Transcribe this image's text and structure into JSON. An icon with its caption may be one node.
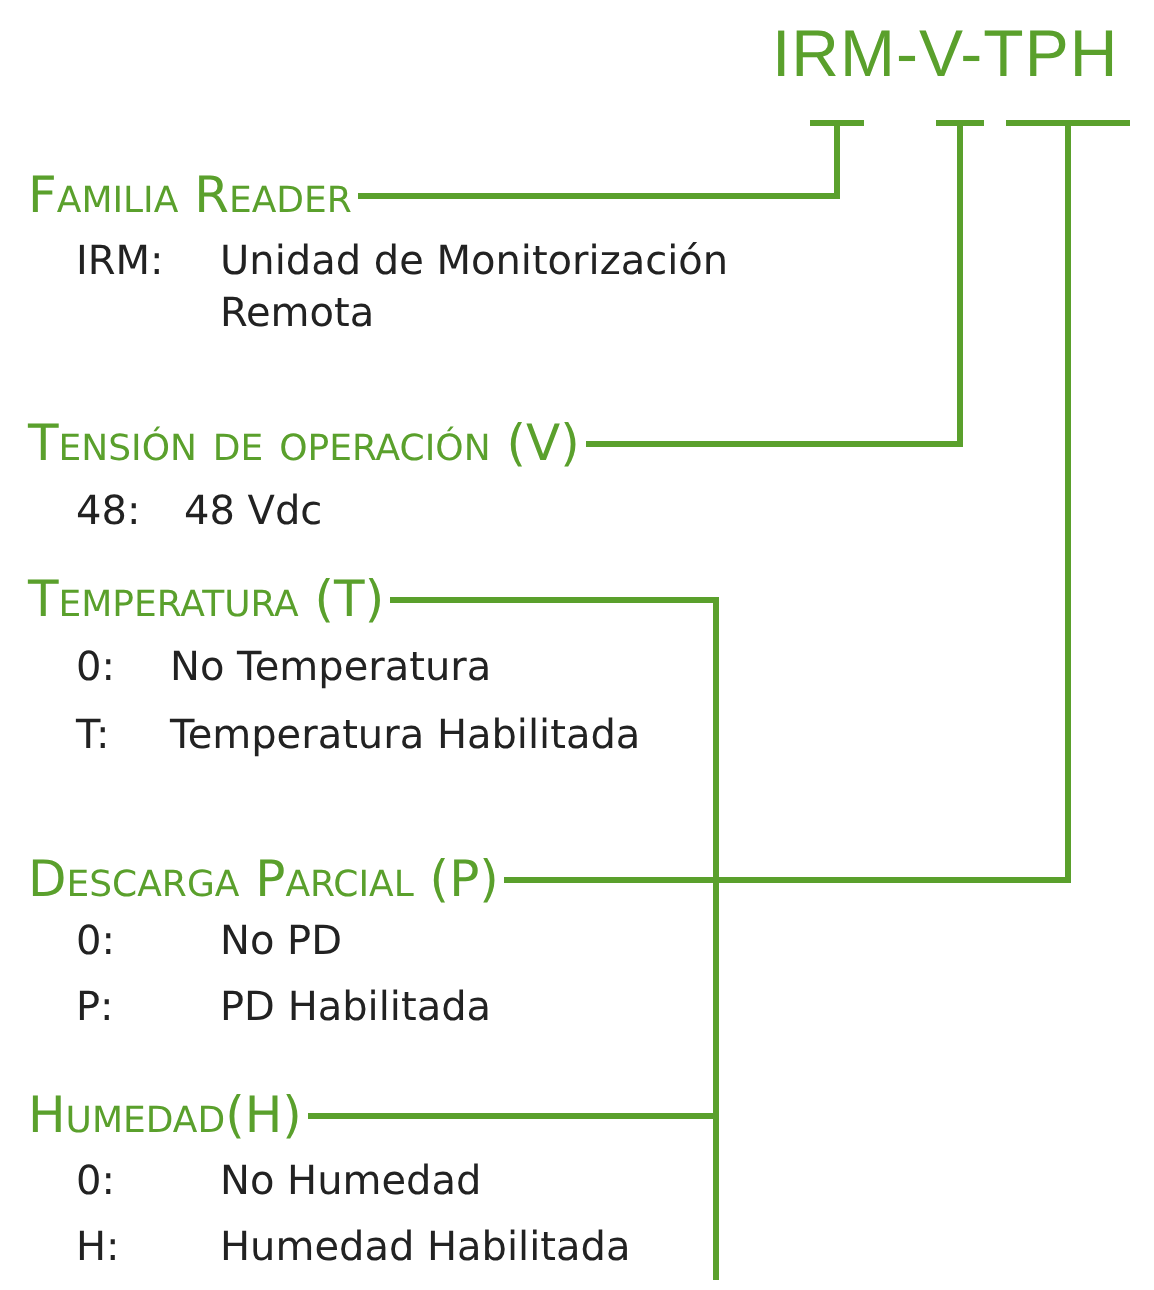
{
  "diagram": {
    "nodes": [
      {
        "text": [
          "IRM-V-TPH"
        ]
      },
      {
        "text": [],
        "shape": "bar"
      },
      {
        "text": [],
        "shape": "bar"
      },
      {
        "text": [],
        "shape": "bar"
      },
      {
        "text": [
          "Familia Reader"
        ],
        "beside": [
          "IRM:",
          "Unidad de Monitorización Remota"
        ]
      },
      {
        "text": [
          "Tensión de operación  (V)"
        ],
        "beside": [
          "48:",
          "48 Vdc"
        ]
      },
      {
        "text": [
          "Temperatura (T)"
        ],
        "beside": [
          "0:",
          "No Temperatura",
          "T:",
          "Temperatura Habilitada"
        ]
      },
      {
        "text": [
          "Descarga Parcial (P)"
        ],
        "beside": [
          "0:",
          "No PD",
          "P:",
          "PD Habilitada"
        ]
      },
      {
        "text": [
          "Humedad(H)"
        ],
        "beside": [
          "0:",
          "No Humedad",
          "H:",
          "Humedad Habilitada"
        ]
      }
    ],
    "edges": [
      {
        "from": 4,
        "to": 1,
        "arrow": "none"
      },
      {
        "from": 5,
        "to": 2,
        "arrow": "none"
      },
      {
        "from": 6,
        "to": 3,
        "arrow": "none"
      },
      {
        "from": 7,
        "to": 3,
        "arrow": "none"
      },
      {
        "from": 8,
        "to": 3,
        "arrow": "none"
      }
    ]
  }
}
